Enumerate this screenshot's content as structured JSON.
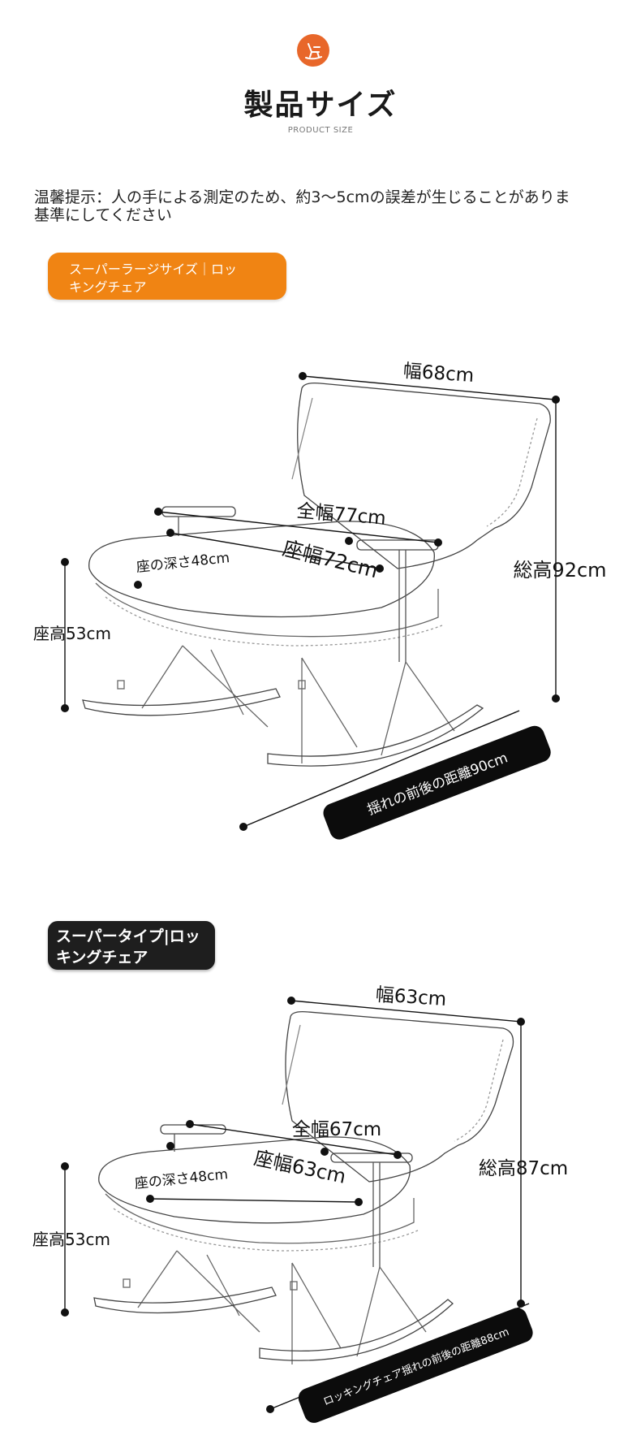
{
  "header": {
    "icon": "rocking-chair-icon",
    "accent_color": "#e8672a",
    "title": "製品サイズ",
    "subtitle": "PRODUCT SIZE"
  },
  "notice": {
    "line1": "温馨提示：人の手による測定のため、約3～5cmの誤差が生じることがありま",
    "line2": "基準にしてください"
  },
  "section_large": {
    "label_line1": "スーパーラージサイズ｜ロッ",
    "label_line2": "キングチェア",
    "label_color": "#f08413",
    "dims": {
      "width": "幅68cm",
      "total_width": "全幅77cm",
      "seat_width": "座幅72cm",
      "seat_depth": "座の深さ48cm",
      "total_height": "総高92cm",
      "seat_height": "座高53cm",
      "rocker_length": "揺れの前後の距離90cm"
    }
  },
  "section_super": {
    "label_line1": "スーパータイプ|ロッ",
    "label_line2": "キングチェア",
    "label_color": "#1e1e1e",
    "dims": {
      "width": "幅63cm",
      "total_width": "全幅67cm",
      "seat_width": "座幅63cm",
      "seat_depth": "座の深さ48cm",
      "total_height": "総高87cm",
      "seat_height": "座高53cm",
      "rocker_length": "ロッキングチェア揺れの前後の距離88cm"
    }
  }
}
